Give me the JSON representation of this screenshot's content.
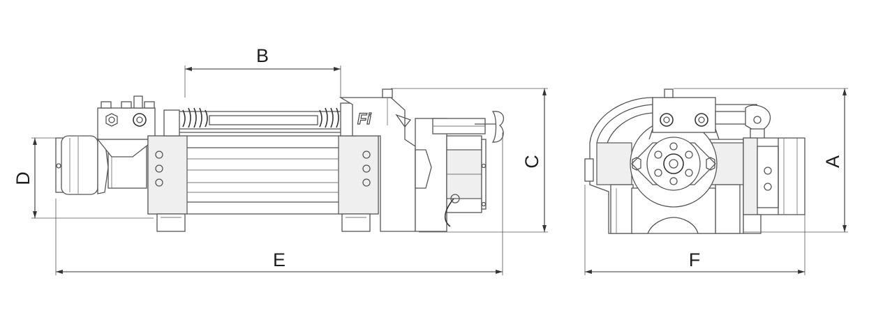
{
  "dimensions": {
    "A": "A",
    "B": "B",
    "C": "C",
    "D": "D",
    "E": "E",
    "F": "F"
  },
  "logo": "Fi",
  "colors": {
    "line": "#555555",
    "text": "#1e1e1e",
    "background": "#ffffff"
  }
}
